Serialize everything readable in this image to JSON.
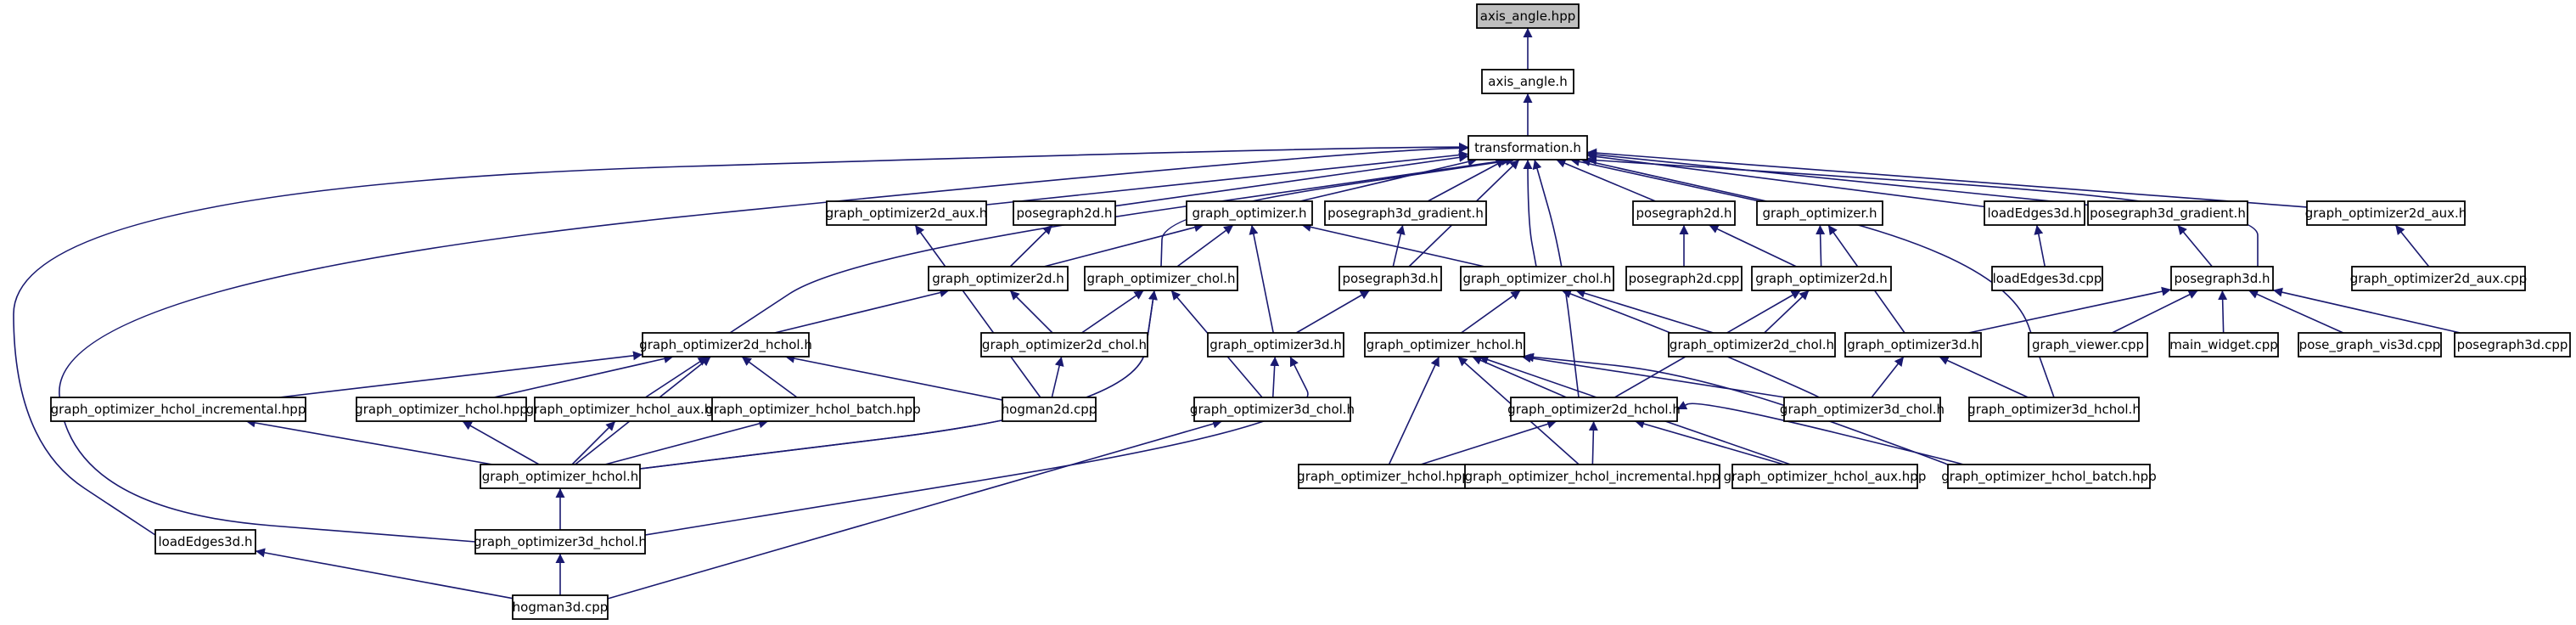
{
  "graph": {
    "colors": {
      "edge": "#191970",
      "node_border": "#000000",
      "node_fill": "#ffffff",
      "root_fill": "#bfbfbf"
    },
    "nodes": [
      {
        "id": "axis_angle_hpp",
        "label": "axis_angle.hpp",
        "root": true
      },
      {
        "id": "axis_angle_h",
        "label": "axis_angle.h"
      },
      {
        "id": "transformation_h",
        "label": "transformation.h"
      },
      {
        "id": "go2d_aux_h_a",
        "label": "graph_optimizer2d_aux.h"
      },
      {
        "id": "posegraph2d_h_a",
        "label": "posegraph2d.h"
      },
      {
        "id": "graph_optimizer_h_a",
        "label": "graph_optimizer.h"
      },
      {
        "id": "pg3d_gradient_h_a",
        "label": "posegraph3d_gradient.h"
      },
      {
        "id": "posegraph2d_h_b",
        "label": "posegraph2d.h"
      },
      {
        "id": "graph_optimizer_h_b",
        "label": "graph_optimizer.h"
      },
      {
        "id": "loadEdges3d_h_b",
        "label": "loadEdges3d.h"
      },
      {
        "id": "pg3d_gradient_h_b",
        "label": "posegraph3d_gradient.h"
      },
      {
        "id": "go2d_aux_h_b",
        "label": "graph_optimizer2d_aux.h"
      },
      {
        "id": "go2d_h_a",
        "label": "graph_optimizer2d.h"
      },
      {
        "id": "go_chol_h_a",
        "label": "graph_optimizer_chol.h"
      },
      {
        "id": "posegraph3d_h_a",
        "label": "posegraph3d.h"
      },
      {
        "id": "go_chol_h_b",
        "label": "graph_optimizer_chol.h"
      },
      {
        "id": "posegraph2d_cpp",
        "label": "posegraph2d.cpp"
      },
      {
        "id": "go2d_h_b",
        "label": "graph_optimizer2d.h"
      },
      {
        "id": "loadEdges3d_cpp",
        "label": "loadEdges3d.cpp"
      },
      {
        "id": "posegraph3d_h_b",
        "label": "posegraph3d.h"
      },
      {
        "id": "go2d_aux_cpp",
        "label": "graph_optimizer2d_aux.cpp"
      },
      {
        "id": "go2d_hchol_h_a",
        "label": "graph_optimizer2d_hchol.h"
      },
      {
        "id": "go2d_chol_h_a",
        "label": "graph_optimizer2d_chol.h"
      },
      {
        "id": "go3d_h_a",
        "label": "graph_optimizer3d.h"
      },
      {
        "id": "go_hchol_h_b",
        "label": "graph_optimizer_hchol.h"
      },
      {
        "id": "go2d_chol_h_b",
        "label": "graph_optimizer2d_chol.h"
      },
      {
        "id": "go3d_h_b",
        "label": "graph_optimizer3d.h"
      },
      {
        "id": "graph_viewer_cpp",
        "label": "graph_viewer.cpp"
      },
      {
        "id": "main_widget_cpp",
        "label": "main_widget.cpp"
      },
      {
        "id": "pose_graph_vis3d_cpp",
        "label": "pose_graph_vis3d.cpp"
      },
      {
        "id": "posegraph3d_cpp",
        "label": "posegraph3d.cpp"
      },
      {
        "id": "go_hchol_incremental_hpp_a",
        "label": "graph_optimizer_hchol_incremental.hpp"
      },
      {
        "id": "go_hchol_hpp_a",
        "label": "graph_optimizer_hchol.hpp"
      },
      {
        "id": "go_hchol_aux_hpp_a",
        "label": "graph_optimizer_hchol_aux.hpp"
      },
      {
        "id": "go_hchol_batch_hpp_a",
        "label": "graph_optimizer_hchol_batch.hpp"
      },
      {
        "id": "hogman2d_cpp",
        "label": "hogman2d.cpp"
      },
      {
        "id": "go3d_chol_h_a",
        "label": "graph_optimizer3d_chol.h"
      },
      {
        "id": "go2d_hchol_h_b",
        "label": "graph_optimizer2d_hchol.h"
      },
      {
        "id": "go3d_chol_h_b",
        "label": "graph_optimizer3d_chol.h"
      },
      {
        "id": "go3d_hchol_h_b",
        "label": "graph_optimizer3d_hchol.h"
      },
      {
        "id": "go_hchol_h_a",
        "label": "graph_optimizer_hchol.h"
      },
      {
        "id": "go_hchol_hpp_b",
        "label": "graph_optimizer_hchol.hpp"
      },
      {
        "id": "go_hchol_incremental_hpp_b",
        "label": "graph_optimizer_hchol_incremental.hpp"
      },
      {
        "id": "go_hchol_aux_hpp_b",
        "label": "graph_optimizer_hchol_aux.hpp"
      },
      {
        "id": "go_hchol_batch_hpp_b",
        "label": "graph_optimizer_hchol_batch.hpp"
      },
      {
        "id": "loadEdges3d_h_a",
        "label": "loadEdges3d.h"
      },
      {
        "id": "go3d_hchol_h_a",
        "label": "graph_optimizer3d_hchol.h"
      },
      {
        "id": "hogman3d_cpp",
        "label": "hogman3d.cpp"
      }
    ],
    "edges": [
      [
        "axis_angle_h",
        "axis_angle_hpp"
      ],
      [
        "transformation_h",
        "axis_angle_h"
      ],
      [
        "go2d_aux_h_a",
        "transformation_h"
      ],
      [
        "posegraph2d_h_a",
        "transformation_h"
      ],
      [
        "graph_optimizer_h_a",
        "transformation_h"
      ],
      [
        "pg3d_gradient_h_a",
        "transformation_h"
      ],
      [
        "posegraph2d_h_b",
        "transformation_h"
      ],
      [
        "graph_optimizer_h_b",
        "transformation_h"
      ],
      [
        "loadEdges3d_h_b",
        "transformation_h"
      ],
      [
        "pg3d_gradient_h_b",
        "transformation_h"
      ],
      [
        "go2d_aux_h_b",
        "transformation_h"
      ],
      [
        "go_chol_h_a",
        "transformation_h"
      ],
      [
        "posegraph3d_h_a",
        "transformation_h"
      ],
      [
        "go_chol_h_b",
        "transformation_h"
      ],
      [
        "posegraph3d_h_b",
        "transformation_h"
      ],
      [
        "go2d_hchol_h_a",
        "transformation_h"
      ],
      [
        "go2d_hchol_h_b",
        "transformation_h"
      ],
      [
        "go3d_hchol_h_b",
        "transformation_h"
      ],
      [
        "loadEdges3d_h_a",
        "transformation_h"
      ],
      [
        "go3d_hchol_h_a",
        "transformation_h"
      ],
      [
        "go2d_h_a",
        "posegraph2d_h_a"
      ],
      [
        "go2d_h_a",
        "graph_optimizer_h_a"
      ],
      [
        "go_chol_h_a",
        "graph_optimizer_h_a"
      ],
      [
        "go_chol_h_b",
        "graph_optimizer_h_a"
      ],
      [
        "go3d_h_a",
        "graph_optimizer_h_a"
      ],
      [
        "posegraph3d_h_a",
        "pg3d_gradient_h_a"
      ],
      [
        "posegraph2d_cpp",
        "posegraph2d_h_b"
      ],
      [
        "go2d_h_b",
        "posegraph2d_h_b"
      ],
      [
        "go2d_h_b",
        "graph_optimizer_h_b"
      ],
      [
        "go3d_h_b",
        "graph_optimizer_h_b"
      ],
      [
        "loadEdges3d_cpp",
        "loadEdges3d_h_b"
      ],
      [
        "posegraph3d_h_b",
        "pg3d_gradient_h_b"
      ],
      [
        "go2d_aux_cpp",
        "go2d_aux_h_b"
      ],
      [
        "hogman2d_cpp",
        "go2d_aux_h_a"
      ],
      [
        "go2d_hchol_h_a",
        "go2d_h_a"
      ],
      [
        "go2d_chol_h_a",
        "go2d_h_a"
      ],
      [
        "go2d_chol_h_a",
        "go_chol_h_a"
      ],
      [
        "go3d_chol_h_a",
        "go_chol_h_a"
      ],
      [
        "go_hchol_h_a",
        "go_chol_h_a"
      ],
      [
        "go3d_h_a",
        "posegraph3d_h_a"
      ],
      [
        "go_hchol_h_b",
        "go_chol_h_b"
      ],
      [
        "go2d_chol_h_b",
        "go_chol_h_b"
      ],
      [
        "go3d_chol_h_b",
        "go_chol_h_b"
      ],
      [
        "go2d_chol_h_b",
        "go2d_h_b"
      ],
      [
        "go2d_hchol_h_b",
        "go2d_h_b"
      ],
      [
        "go3d_h_b",
        "posegraph3d_h_b"
      ],
      [
        "graph_viewer_cpp",
        "posegraph3d_h_b"
      ],
      [
        "main_widget_cpp",
        "posegraph3d_h_b"
      ],
      [
        "pose_graph_vis3d_cpp",
        "posegraph3d_h_b"
      ],
      [
        "posegraph3d_cpp",
        "posegraph3d_h_b"
      ],
      [
        "go_hchol_incremental_hpp_a",
        "go2d_hchol_h_a"
      ],
      [
        "go_hchol_hpp_a",
        "go2d_hchol_h_a"
      ],
      [
        "go_hchol_aux_hpp_a",
        "go2d_hchol_h_a"
      ],
      [
        "go_hchol_batch_hpp_a",
        "go2d_hchol_h_a"
      ],
      [
        "hogman2d_cpp",
        "go2d_hchol_h_a"
      ],
      [
        "go_hchol_h_a",
        "go2d_hchol_h_a"
      ],
      [
        "hogman2d_cpp",
        "go2d_chol_h_a"
      ],
      [
        "go3d_chol_h_a",
        "go3d_h_a"
      ],
      [
        "go3d_hchol_h_a",
        "go3d_h_a"
      ],
      [
        "go2d_hchol_h_b",
        "go_hchol_h_b"
      ],
      [
        "go3d_chol_h_b",
        "go_hchol_h_b"
      ],
      [
        "go_hchol_hpp_b",
        "go_hchol_h_b"
      ],
      [
        "go_hchol_incremental_hpp_b",
        "go_hchol_h_b"
      ],
      [
        "go_hchol_aux_hpp_b",
        "go_hchol_h_b"
      ],
      [
        "go_hchol_batch_hpp_b",
        "go_hchol_h_b"
      ],
      [
        "go3d_chol_h_b",
        "go3d_h_b"
      ],
      [
        "go3d_hchol_h_b",
        "go3d_h_b"
      ],
      [
        "go_hchol_hpp_b",
        "go2d_hchol_h_b"
      ],
      [
        "go_hchol_incremental_hpp_b",
        "go2d_hchol_h_b"
      ],
      [
        "go_hchol_aux_hpp_b",
        "go2d_hchol_h_b"
      ],
      [
        "go_hchol_batch_hpp_b",
        "go2d_hchol_h_b"
      ],
      [
        "go_hchol_h_a",
        "go_hchol_hpp_a"
      ],
      [
        "go_hchol_h_a",
        "go_hchol_batch_hpp_a"
      ],
      [
        "go_hchol_h_a",
        "go_hchol_incremental_hpp_a"
      ],
      [
        "go_hchol_h_a",
        "go_hchol_aux_hpp_a"
      ],
      [
        "go_hchol_h_a",
        "go_chol_h_a"
      ],
      [
        "go3d_hchol_h_a",
        "go_hchol_h_a"
      ],
      [
        "hogman3d_cpp",
        "go3d_hchol_h_a"
      ],
      [
        "hogman3d_cpp",
        "loadEdges3d_h_a"
      ],
      [
        "hogman3d_cpp",
        "go3d_chol_h_a"
      ]
    ]
  }
}
